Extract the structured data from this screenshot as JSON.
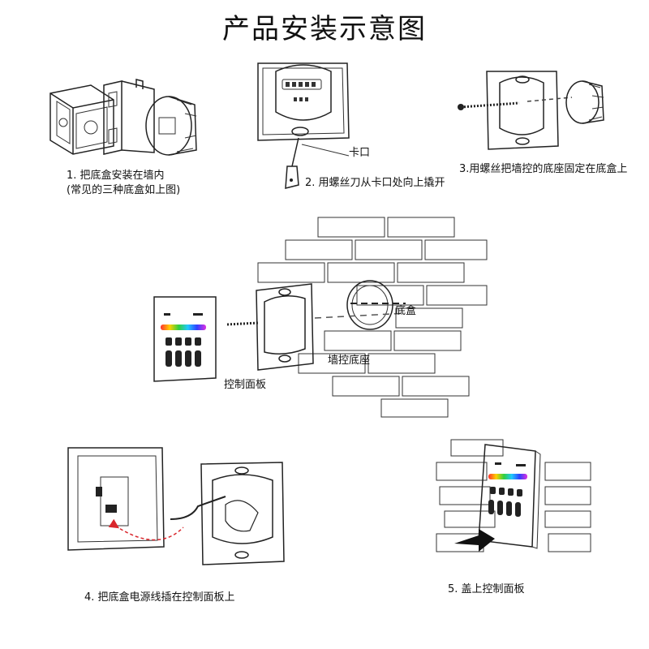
{
  "title": "产品安装示意图",
  "steps": {
    "step1": {
      "line1": "1. 把底盒安装在墙内",
      "line2": "(常见的三种底盒如上图)"
    },
    "step2": {
      "label": "2. 用螺丝刀从卡口处向上撬开",
      "callout": "卡口"
    },
    "step3": {
      "label": "3.用螺丝把墙控的底座固定在底盒上"
    },
    "step4": {
      "label": "4. 把底盒电源线插在控制面板上"
    },
    "step5": {
      "label": "5. 盖上控制面板"
    }
  },
  "center_labels": {
    "box": "底盒",
    "base": "墙控底座",
    "panel": "控制面板"
  },
  "colors": {
    "line": "#222222",
    "background": "#ffffff",
    "arrow_red": "#d9262c",
    "arrow_black": "#111111"
  },
  "icons": [
    "junction-box-icon",
    "panel-back-icon",
    "screwdriver-icon",
    "screw-icon",
    "wall-bricks-icon",
    "control-panel-icon"
  ]
}
